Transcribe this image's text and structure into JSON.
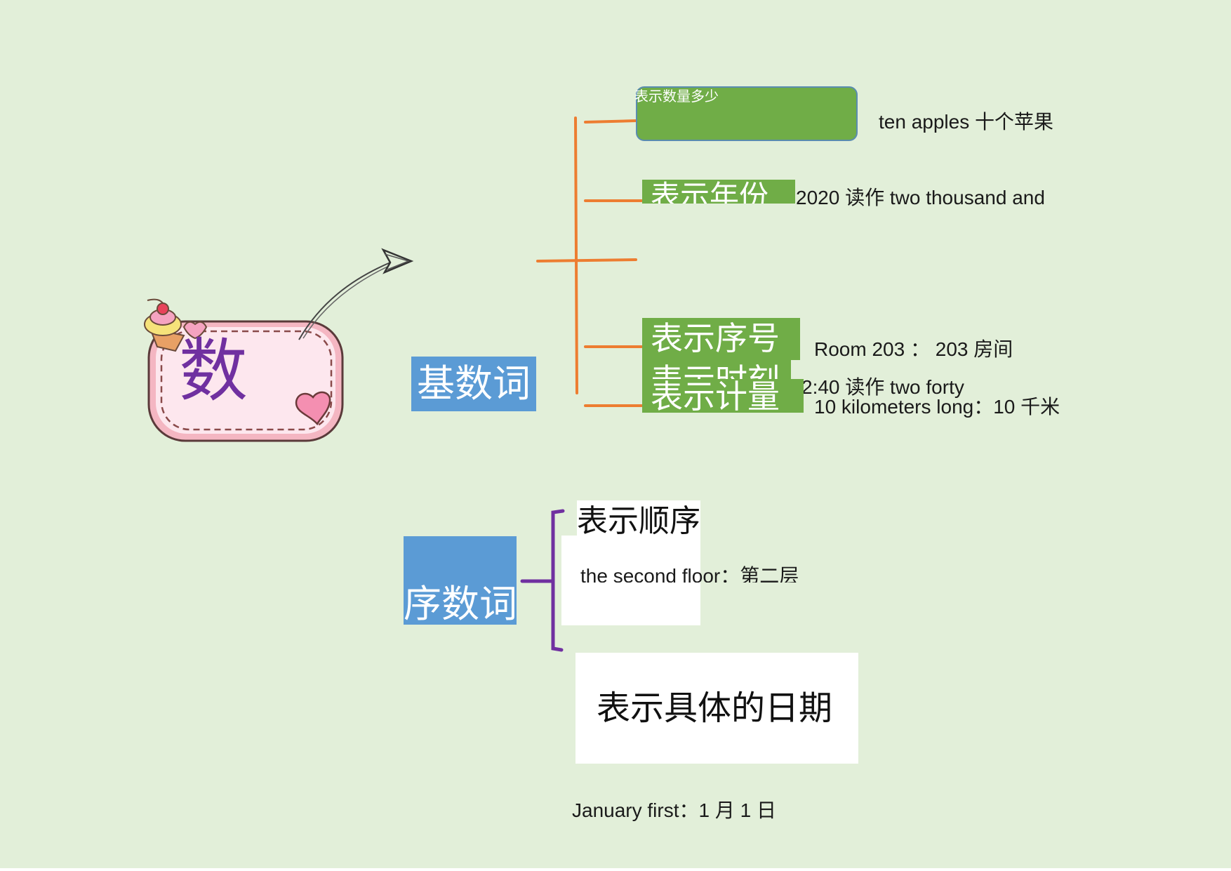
{
  "center": {
    "title": "数"
  },
  "cardinal": {
    "label": "基数词",
    "branches": [
      {
        "label": "表示数量多少",
        "example": "ten apples 十个苹果"
      },
      {
        "label": "表示年份",
        "example": "2020 读作  two thousand and"
      },
      {
        "label": "表示序号",
        "example": "Room 203  ： 203 房间"
      },
      {
        "label": "表示时刻",
        "example": "2:40 读作  two forty"
      },
      {
        "label": "表示计量",
        "example": "10 kilometers long：10 千米"
      }
    ]
  },
  "ordinal": {
    "label": "序数词",
    "branches": [
      {
        "label": "表示顺序",
        "example": "the second floor：第二层"
      },
      {
        "label": "表示具体的日期",
        "example": "January first：1 月  1  日"
      }
    ]
  },
  "colors": {
    "background": "#e2efd9",
    "branch_green": "#70ad47",
    "node_blue": "#5b9bd5",
    "cardinal_connector": "#ed7d31",
    "ordinal_connector": "#7030a0",
    "center_text": "#7030a0"
  }
}
